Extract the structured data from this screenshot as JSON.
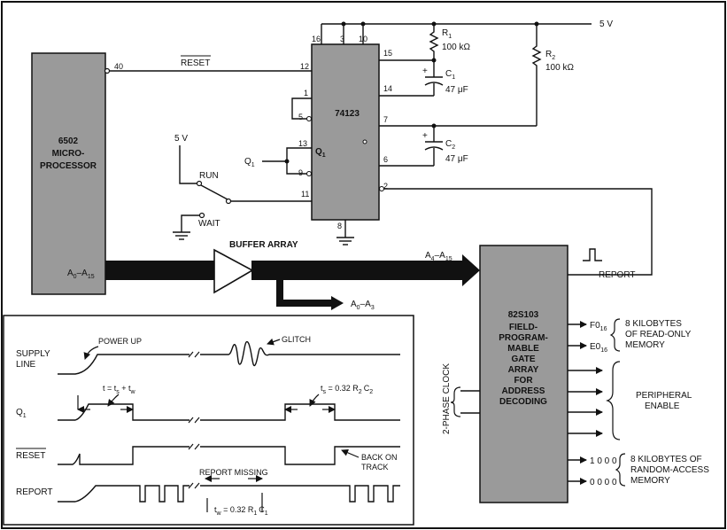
{
  "labels": {
    "vcc_top": "5 V",
    "r1_name": "R",
    "r1_sub": "1",
    "r1_val": "100 kΩ",
    "r2_name": "R",
    "r2_sub": "2",
    "r2_val": "100 kΩ",
    "c1_name": "C",
    "c1_sub": "1",
    "c1_val": "47 μF",
    "c2_name": "C",
    "c2_sub": "2",
    "c2_val": "47 μF",
    "cpu_line1": "6502",
    "cpu_line2": "MICRO-",
    "cpu_line3": "PROCESSOR",
    "cpu_addr": "A",
    "cpu_addr_sub": "0",
    "cpu_addr_dash": "–A",
    "cpu_addr_sub2": "15",
    "pin40": "40",
    "reset": "RESET",
    "ic_name": "74123",
    "ic_q1": "Q",
    "ic_q1_sub": "1",
    "pin16": "16",
    "pin3": "3",
    "pin10": "10",
    "pin12": "12",
    "pin1": "1",
    "pin5": "5",
    "pin13": "13",
    "pin9": "9",
    "pin11": "11",
    "pin15": "15",
    "pin14": "14",
    "pin7": "7",
    "pin6": "6",
    "pin2": "2",
    "pin8": "8",
    "q1_in": "Q",
    "q1_in_sub": "1",
    "vcc_left": "5 V",
    "run": "RUN",
    "wait": "WAIT",
    "buffer": "BUFFER ARRAY",
    "bus_hi": "A",
    "bus_hi_sub": "4",
    "bus_hi_dash": "–A",
    "bus_hi_sub2": "15",
    "bus_lo": "A",
    "bus_lo_sub": "0",
    "bus_lo_dash": "–A",
    "bus_lo_sub2": "3",
    "report_out": "REPORT",
    "fpga_line1": "82S103",
    "fpga_line2": "FIELD-",
    "fpga_line3": "PROGRAM-",
    "fpga_line4": "MABLE",
    "fpga_line5": "GATE",
    "fpga_line6": "ARRAY",
    "fpga_line7": "FOR",
    "fpga_line8": "ADDRESS",
    "fpga_line9": "DECODING",
    "clock": "2-PHASE CLOCK",
    "f0": "F0",
    "f0_sub": "16",
    "e0": "E0",
    "e0_sub": "16",
    "rom_1": "8 KILOBYTES",
    "rom_2": "OF READ-ONLY",
    "rom_3": "MEMORY",
    "periph_1": "PERIPHERAL",
    "periph_2": "ENABLE",
    "o1000": "1 0 0 0",
    "o0000": "0 0 0 0",
    "ram_1": "8 KILOBYTES OF",
    "ram_2": "RANDOM-ACCESS",
    "ram_3": "MEMORY"
  },
  "timing": {
    "supply": "SUPPLY",
    "line": "LINE",
    "power_up": "POWER UP",
    "glitch": "GLITCH",
    "q1": "Q",
    "q1_sub": "1",
    "t_eq": "t = t",
    "t_eq_sub1": "s",
    "t_eq_plus": " + t",
    "t_eq_sub2": "w",
    "ts_eq": "t",
    "ts_eq_sub": "s",
    "ts_eq_rest": " = 0.32  R",
    "ts_eq_r_sub": "2",
    "ts_eq_c": "C",
    "ts_eq_c_sub": "2",
    "reset": "RESET",
    "back_1": "BACK ON",
    "back_2": "TRACK",
    "report": "REPORT",
    "report_missing": "REPORT MISSING",
    "tw_eq": "t",
    "tw_eq_sub": "w",
    "tw_eq_rest": " = 0.32  R",
    "tw_eq_r_sub": "1",
    "tw_eq_c": "C",
    "tw_eq_c_sub": "1"
  }
}
